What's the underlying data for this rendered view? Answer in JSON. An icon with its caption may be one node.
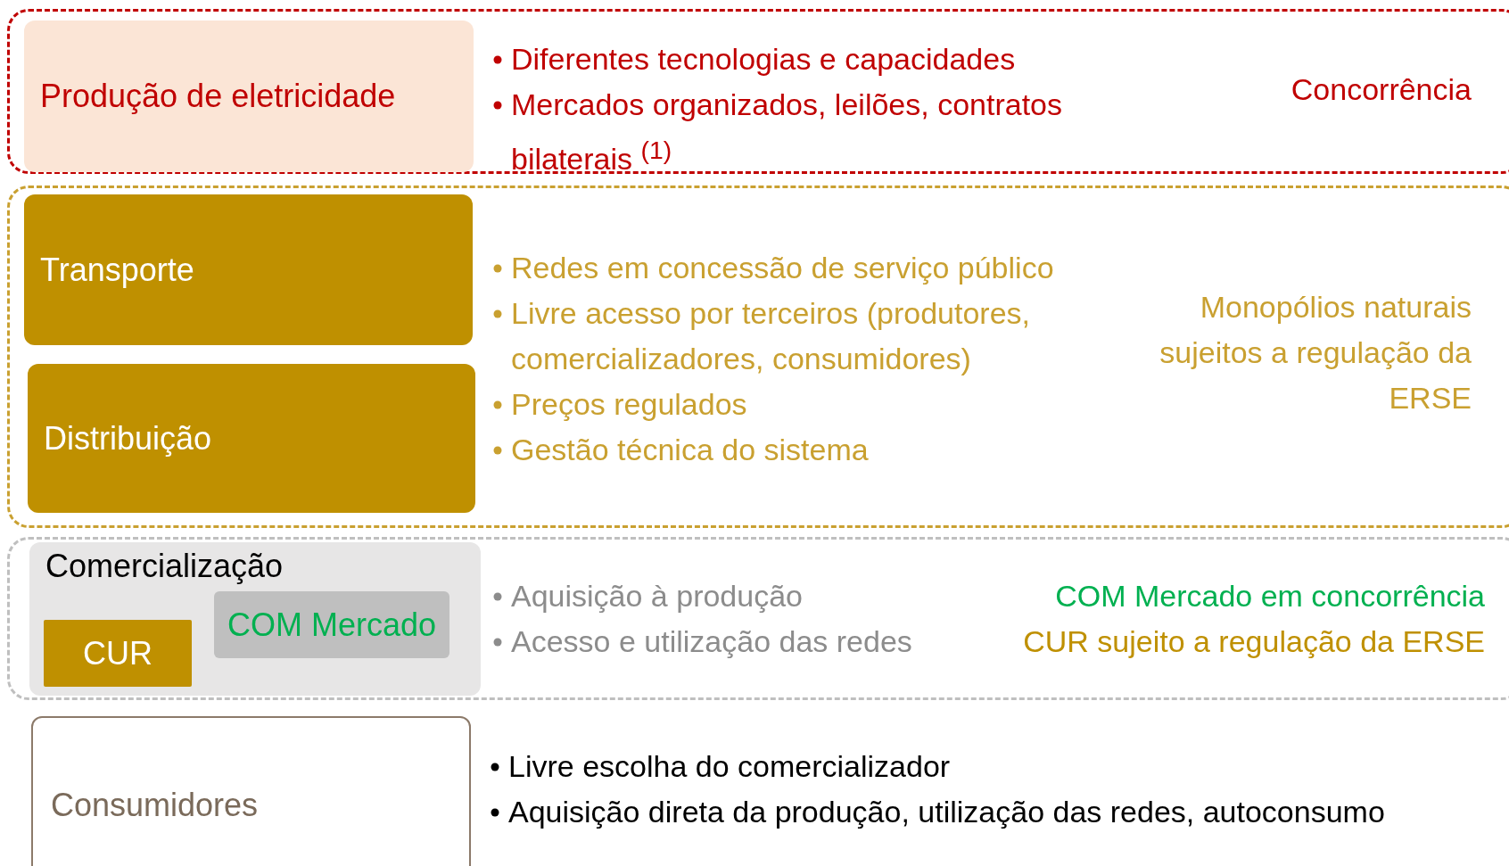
{
  "diagram": {
    "nodes": [
      {
        "text": [
          "Diferentes tecnologias e capacidades",
          "Mercados organizados, leilões, contratos bilaterais $^{(1)}$",
          "Concorrência"
        ]
      },
      {
        "text": [
          "Produção de eletricidade"
        ],
        "in": 0
      },
      {
        "text": [
          "Redes em concessão de serviço público",
          "Livre acesso por terceiros (produtores, comercializadores, consumidores)",
          "Preços regulados",
          "Gestão técnica do sistema",
          "Monopólios naturais sujeitos a regulação da ERSE"
        ]
      },
      {
        "text": [
          "Transporte"
        ],
        "in": 2
      },
      {
        "text": [
          "Distribuição"
        ],
        "in": 2
      },
      {
        "text": [
          "Aquisição à produção",
          "Acesso e utilização das redes",
          "COM Mercado em concorrência",
          "CUR sujeito a regulação da ERSE"
        ]
      },
      {
        "text": [
          "Comercialização"
        ],
        "in": 5
      },
      {
        "text": [
          "CUR"
        ],
        "in": 6
      },
      {
        "text": [
          "COM Mercado"
        ],
        "in": 6
      },
      {
        "text": [
          "Consumidores"
        ]
      }
    ],
    "labels": [
      "Livre escolha do comercializador",
      "Aquisição direta da produção, utilização das redes, autoconsumo"
    ]
  }
}
